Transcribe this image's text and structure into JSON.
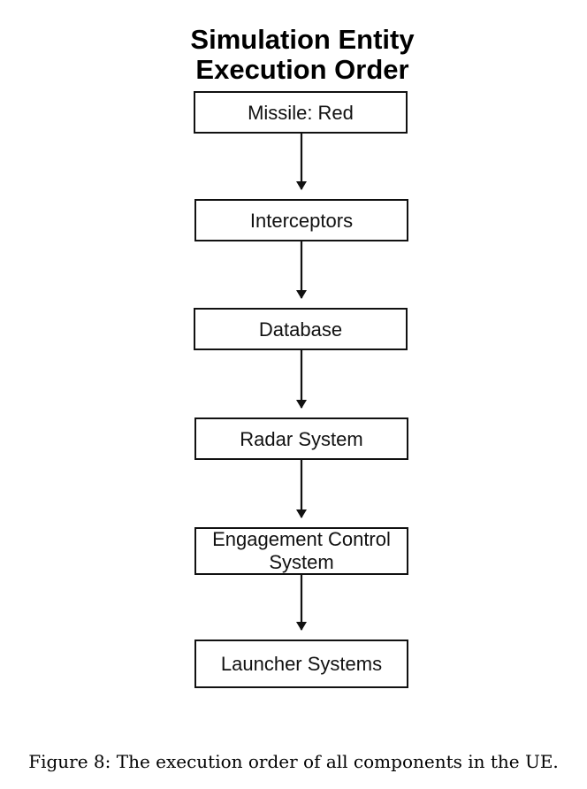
{
  "diagram": {
    "title_line_1": "Simulation Entity",
    "title_line_2": "Execution Order",
    "steps": [
      {
        "label": "Missile: Red"
      },
      {
        "label": "Interceptors"
      },
      {
        "label": "Database"
      },
      {
        "label": "Radar System"
      },
      {
        "label_line_1": "Engagement Control",
        "label_line_2": "System"
      },
      {
        "label": "Launcher Systems"
      }
    ],
    "connector_color": "#111111"
  },
  "caption": "Figure 8: The execution order of all components in the UE."
}
